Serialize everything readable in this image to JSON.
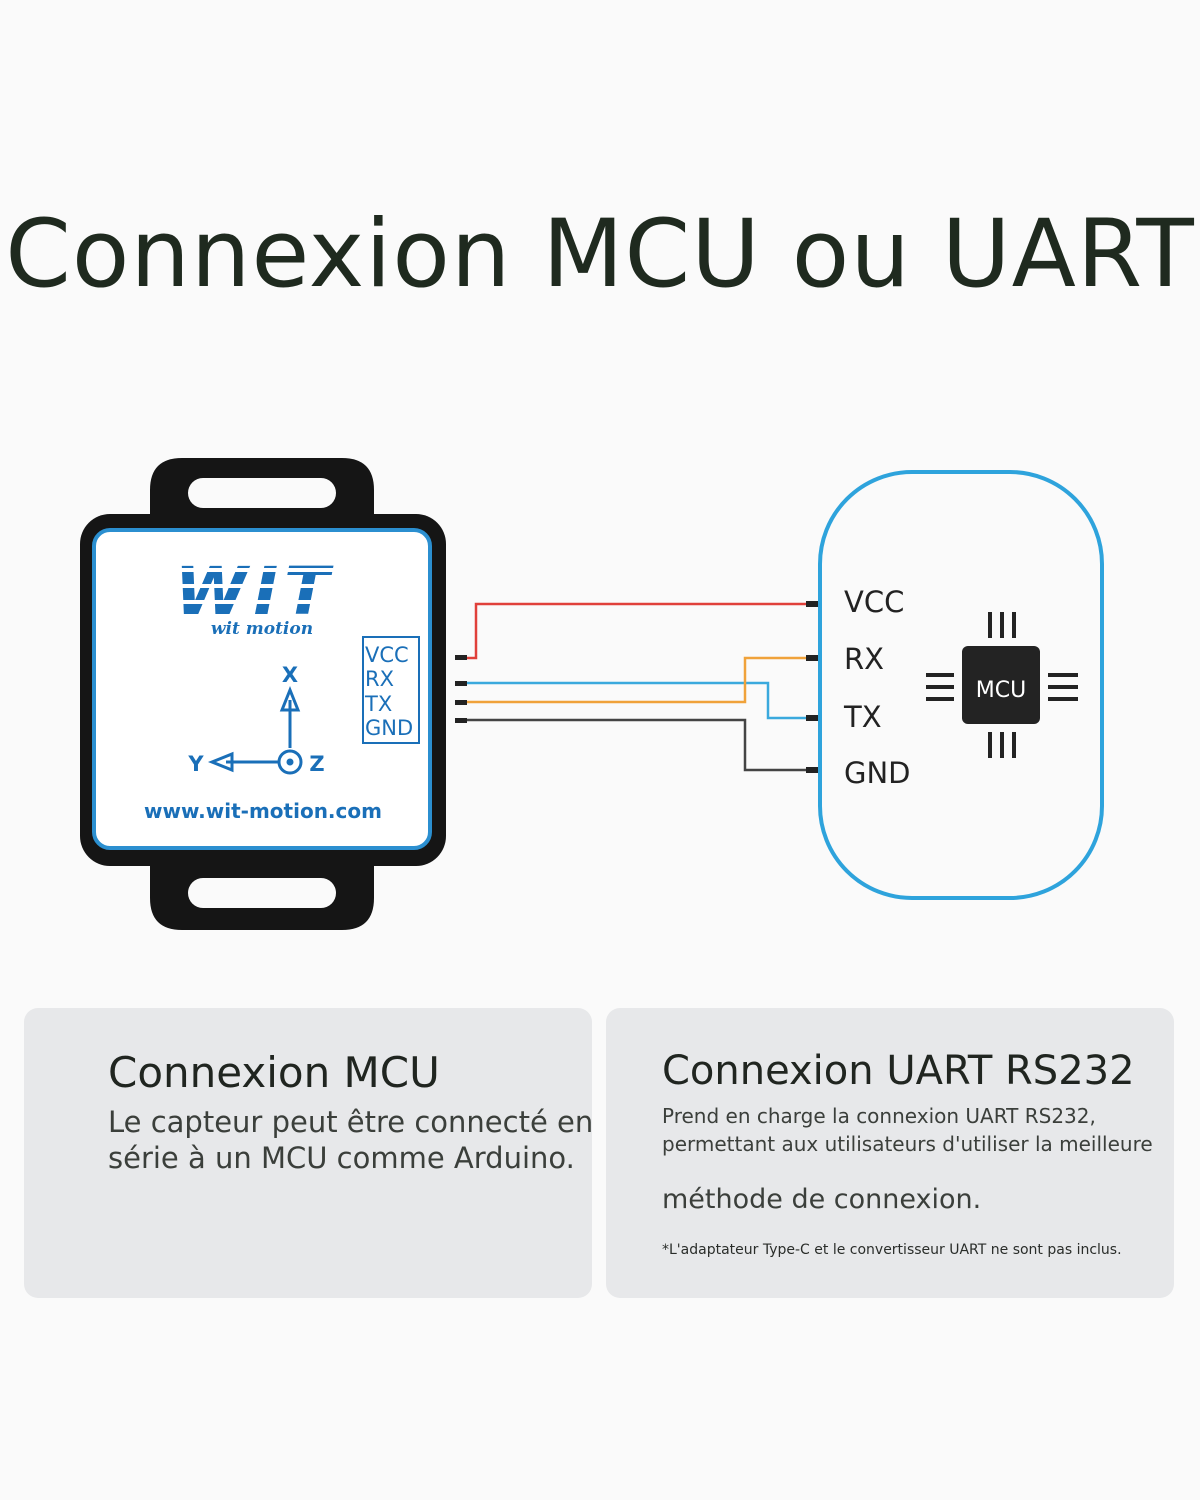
{
  "title": "Connexion MCU ou UART",
  "sensor": {
    "brand_logo": "WIT",
    "brand_sub": "wit motion",
    "website": "www.wit-motion.com",
    "pins": [
      "VCC",
      "RX",
      "TX",
      "GND"
    ],
    "axes": {
      "x": "X",
      "y": "Y",
      "z": "Z"
    }
  },
  "mcu": {
    "chip_label": "MCU",
    "pins": [
      "VCC",
      "RX",
      "TX",
      "GND"
    ]
  },
  "wires": [
    {
      "from": "VCC",
      "to": "VCC",
      "color": "#e0403a"
    },
    {
      "from": "RX",
      "to": "TX",
      "color": "#3aa9dd"
    },
    {
      "from": "TX",
      "to": "RX",
      "color": "#f0a23a"
    },
    {
      "from": "GND",
      "to": "GND",
      "color": "#444444"
    }
  ],
  "colors": {
    "accent_blue": "#1f86c8",
    "logo_blue": "#1a6fb8",
    "frame_border": "#2ea3dc"
  },
  "cards": {
    "mcu": {
      "heading": "Connexion MCU",
      "text": "Le capteur peut être connecté en série à un MCU comme Arduino."
    },
    "uart": {
      "heading": "Connexion UART RS232",
      "text": "Prend en charge la connexion UART RS232, permettant aux utilisateurs d'utiliser la meilleure",
      "text2": "méthode de connexion.",
      "note": "*L'adaptateur Type-C et le convertisseur UART ne sont pas inclus."
    }
  }
}
